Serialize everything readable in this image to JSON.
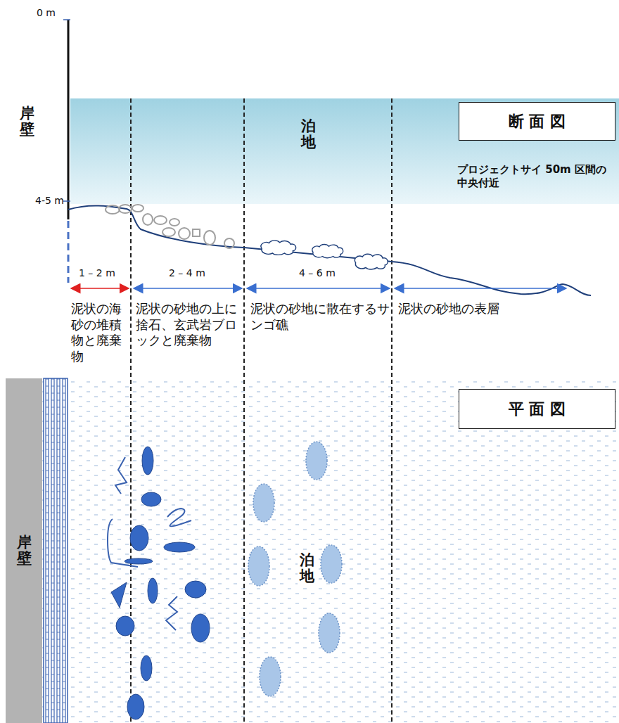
{
  "diagram": {
    "nodes": [
      {
        "text": [
          "断 面 図"
        ]
      },
      {
        "text": [
          "平 面 図"
        ]
      },
      {
        "text": [
          "岸壁"
        ]
      }
    ],
    "labels": [
      "0 m",
      "岸壁",
      "泊地",
      "プロジェクトサイ 50m 区間の中央付近",
      "4-5 m",
      "1 – 2 m",
      "2 – 4 m",
      "4 – 6 m",
      "泥状の海砂の堆積物と廃棄物",
      "泥状の砂地の上に捨石、玄武岩ブロックと廃棄物",
      "泥状の砂地に散在するサンゴ礁",
      "泥状の砂地の表層",
      "泊地"
    ]
  }
}
